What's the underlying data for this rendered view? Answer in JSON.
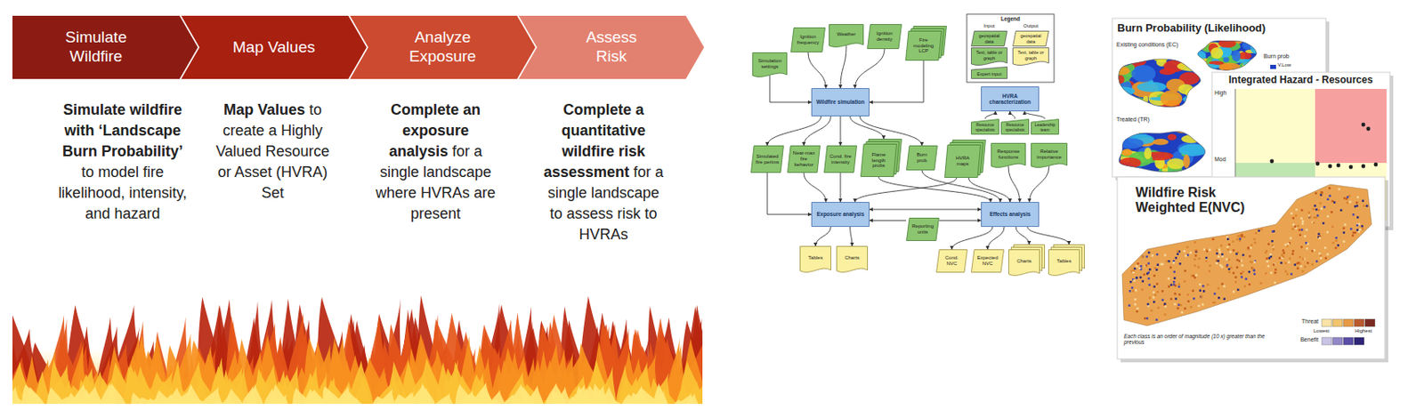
{
  "diagram": {
    "nodes": [
      {
        "text": [
          "Simulate Wildfire"
        ]
      },
      {
        "text": [
          "Map Values"
        ]
      },
      {
        "text": [
          "Analyze Exposure"
        ]
      },
      {
        "text": [
          "Assess Risk"
        ]
      },
      {
        "text": [
          "Simulation settings"
        ]
      },
      {
        "text": [
          "Ignition frequency"
        ]
      },
      {
        "text": [
          "Weather"
        ]
      },
      {
        "text": [
          "Ignition density"
        ]
      },
      {
        "text": [
          "Fire modeling LCP"
        ]
      },
      {
        "text": [
          "Wildfire simulation"
        ]
      },
      {
        "text": [
          "HVRA characterization"
        ]
      },
      {
        "text": [
          "Resource specialists"
        ]
      },
      {
        "text": [
          "Resource specialists"
        ]
      },
      {
        "text": [
          "Leadership team"
        ]
      },
      {
        "text": [
          "Simulated fire perims"
        ]
      },
      {
        "text": [
          "Near-max fire behavior"
        ]
      },
      {
        "text": [
          "Cond. fire intensity"
        ]
      },
      {
        "text": [
          "Flame length probs"
        ]
      },
      {
        "text": [
          "Burn prob"
        ]
      },
      {
        "text": [
          "HVRA maps"
        ]
      },
      {
        "text": [
          "Response functions"
        ]
      },
      {
        "text": [
          "Relative importance"
        ]
      },
      {
        "text": [
          "Exposure analysis"
        ]
      },
      {
        "text": [
          "Reporting units"
        ]
      },
      {
        "text": [
          "Effects analysis"
        ]
      },
      {
        "text": [
          "Tables"
        ]
      },
      {
        "text": [
          "Charts"
        ]
      },
      {
        "text": [
          "Cond. NVC"
        ]
      },
      {
        "text": [
          "Expected NVC"
        ]
      },
      {
        "text": [
          "Charts"
        ]
      },
      {
        "text": [
          "Tables"
        ]
      },
      {
        "text": [
          "Burn Probability (Likelihood)"
        ]
      },
      {
        "text": [
          "Integrated Hazard - Resources"
        ]
      },
      {
        "text": [
          "Wildfire Risk Weighted E(NVC)"
        ]
      }
    ],
    "edges": [
      {
        "from": 4,
        "to": 9,
        "arrow": "to"
      },
      {
        "from": 5,
        "to": 9,
        "arrow": "to"
      },
      {
        "from": 6,
        "to": 9,
        "arrow": "to"
      },
      {
        "from": 7,
        "to": 9,
        "arrow": "to"
      },
      {
        "from": 8,
        "to": 9,
        "arrow": "to"
      },
      {
        "from": 9,
        "to": 14,
        "arrow": "to"
      },
      {
        "from": 9,
        "to": 15,
        "arrow": "to"
      },
      {
        "from": 9,
        "to": 16,
        "arrow": "to"
      },
      {
        "from": 9,
        "to": 17,
        "arrow": "to"
      },
      {
        "from": 9,
        "to": 18,
        "arrow": "to"
      },
      {
        "from": 11,
        "to": 10,
        "arrow": "to"
      },
      {
        "from": 12,
        "to": 10,
        "arrow": "to"
      },
      {
        "from": 13,
        "to": 10,
        "arrow": "to"
      },
      {
        "from": 14,
        "to": 22,
        "arrow": "to"
      },
      {
        "from": 15,
        "to": 22,
        "arrow": "to"
      },
      {
        "from": 16,
        "to": 22,
        "arrow": "to"
      },
      {
        "from": 17,
        "to": 24,
        "arrow": "to"
      },
      {
        "from": 18,
        "to": 24,
        "arrow": "to"
      },
      {
        "from": 19,
        "to": 22,
        "arrow": "to"
      },
      {
        "from": 19,
        "to": 24,
        "arrow": "to"
      },
      {
        "from": 20,
        "to": 24,
        "arrow": "to"
      },
      {
        "from": 21,
        "to": 24,
        "arrow": "to"
      },
      {
        "from": 23,
        "to": 22,
        "arrow": "to"
      },
      {
        "from": 23,
        "to": 24,
        "arrow": "to"
      },
      {
        "from": 22,
        "to": 24,
        "arrow": "both"
      },
      {
        "from": 22,
        "to": 25,
        "arrow": "to"
      },
      {
        "from": 22,
        "to": 26,
        "arrow": "to"
      },
      {
        "from": 24,
        "to": 27,
        "arrow": "to"
      },
      {
        "from": 24,
        "to": 28,
        "arrow": "to"
      },
      {
        "from": 24,
        "to": 29,
        "arrow": "to"
      },
      {
        "from": 24,
        "to": 30,
        "arrow": "to"
      }
    ],
    "labels": [
      "Simulate wildfire with ‘Landscape Burn Probability’",
      "to model fire likelihood, intensity, and hazard",
      "Map Values",
      "to create a Highly Valued Resource or Asset (HVRA) Set",
      "Complete an exposure analysis",
      "for a single landscape where HVRAs are present",
      "Complete a quantitative wildfire risk assessment",
      "for a single landscape to assess risk to HVRAs",
      "Legend",
      "Input",
      "Output",
      "Existing conditions (EC)",
      "Treated (TR)",
      "Burn prob",
      "V.Low",
      "High",
      "Mod",
      "Threat",
      "Lowest",
      "Highest",
      "Benefit",
      "Each class is an order of magnitude (10 x) greater than the previous"
    ],
    "legend": [
      {
        "text": "geospatial data",
        "color": "#8cc56f"
      },
      {
        "text": "geospatial data",
        "color": "#fbf0a0"
      },
      {
        "text": "Text, table or graph",
        "color": "#8cc56f"
      },
      {
        "text": "Text, table or graph",
        "color": "#fbf0a0"
      },
      {
        "text": "Expert input",
        "color": "#8cc56f"
      }
    ]
  }
}
